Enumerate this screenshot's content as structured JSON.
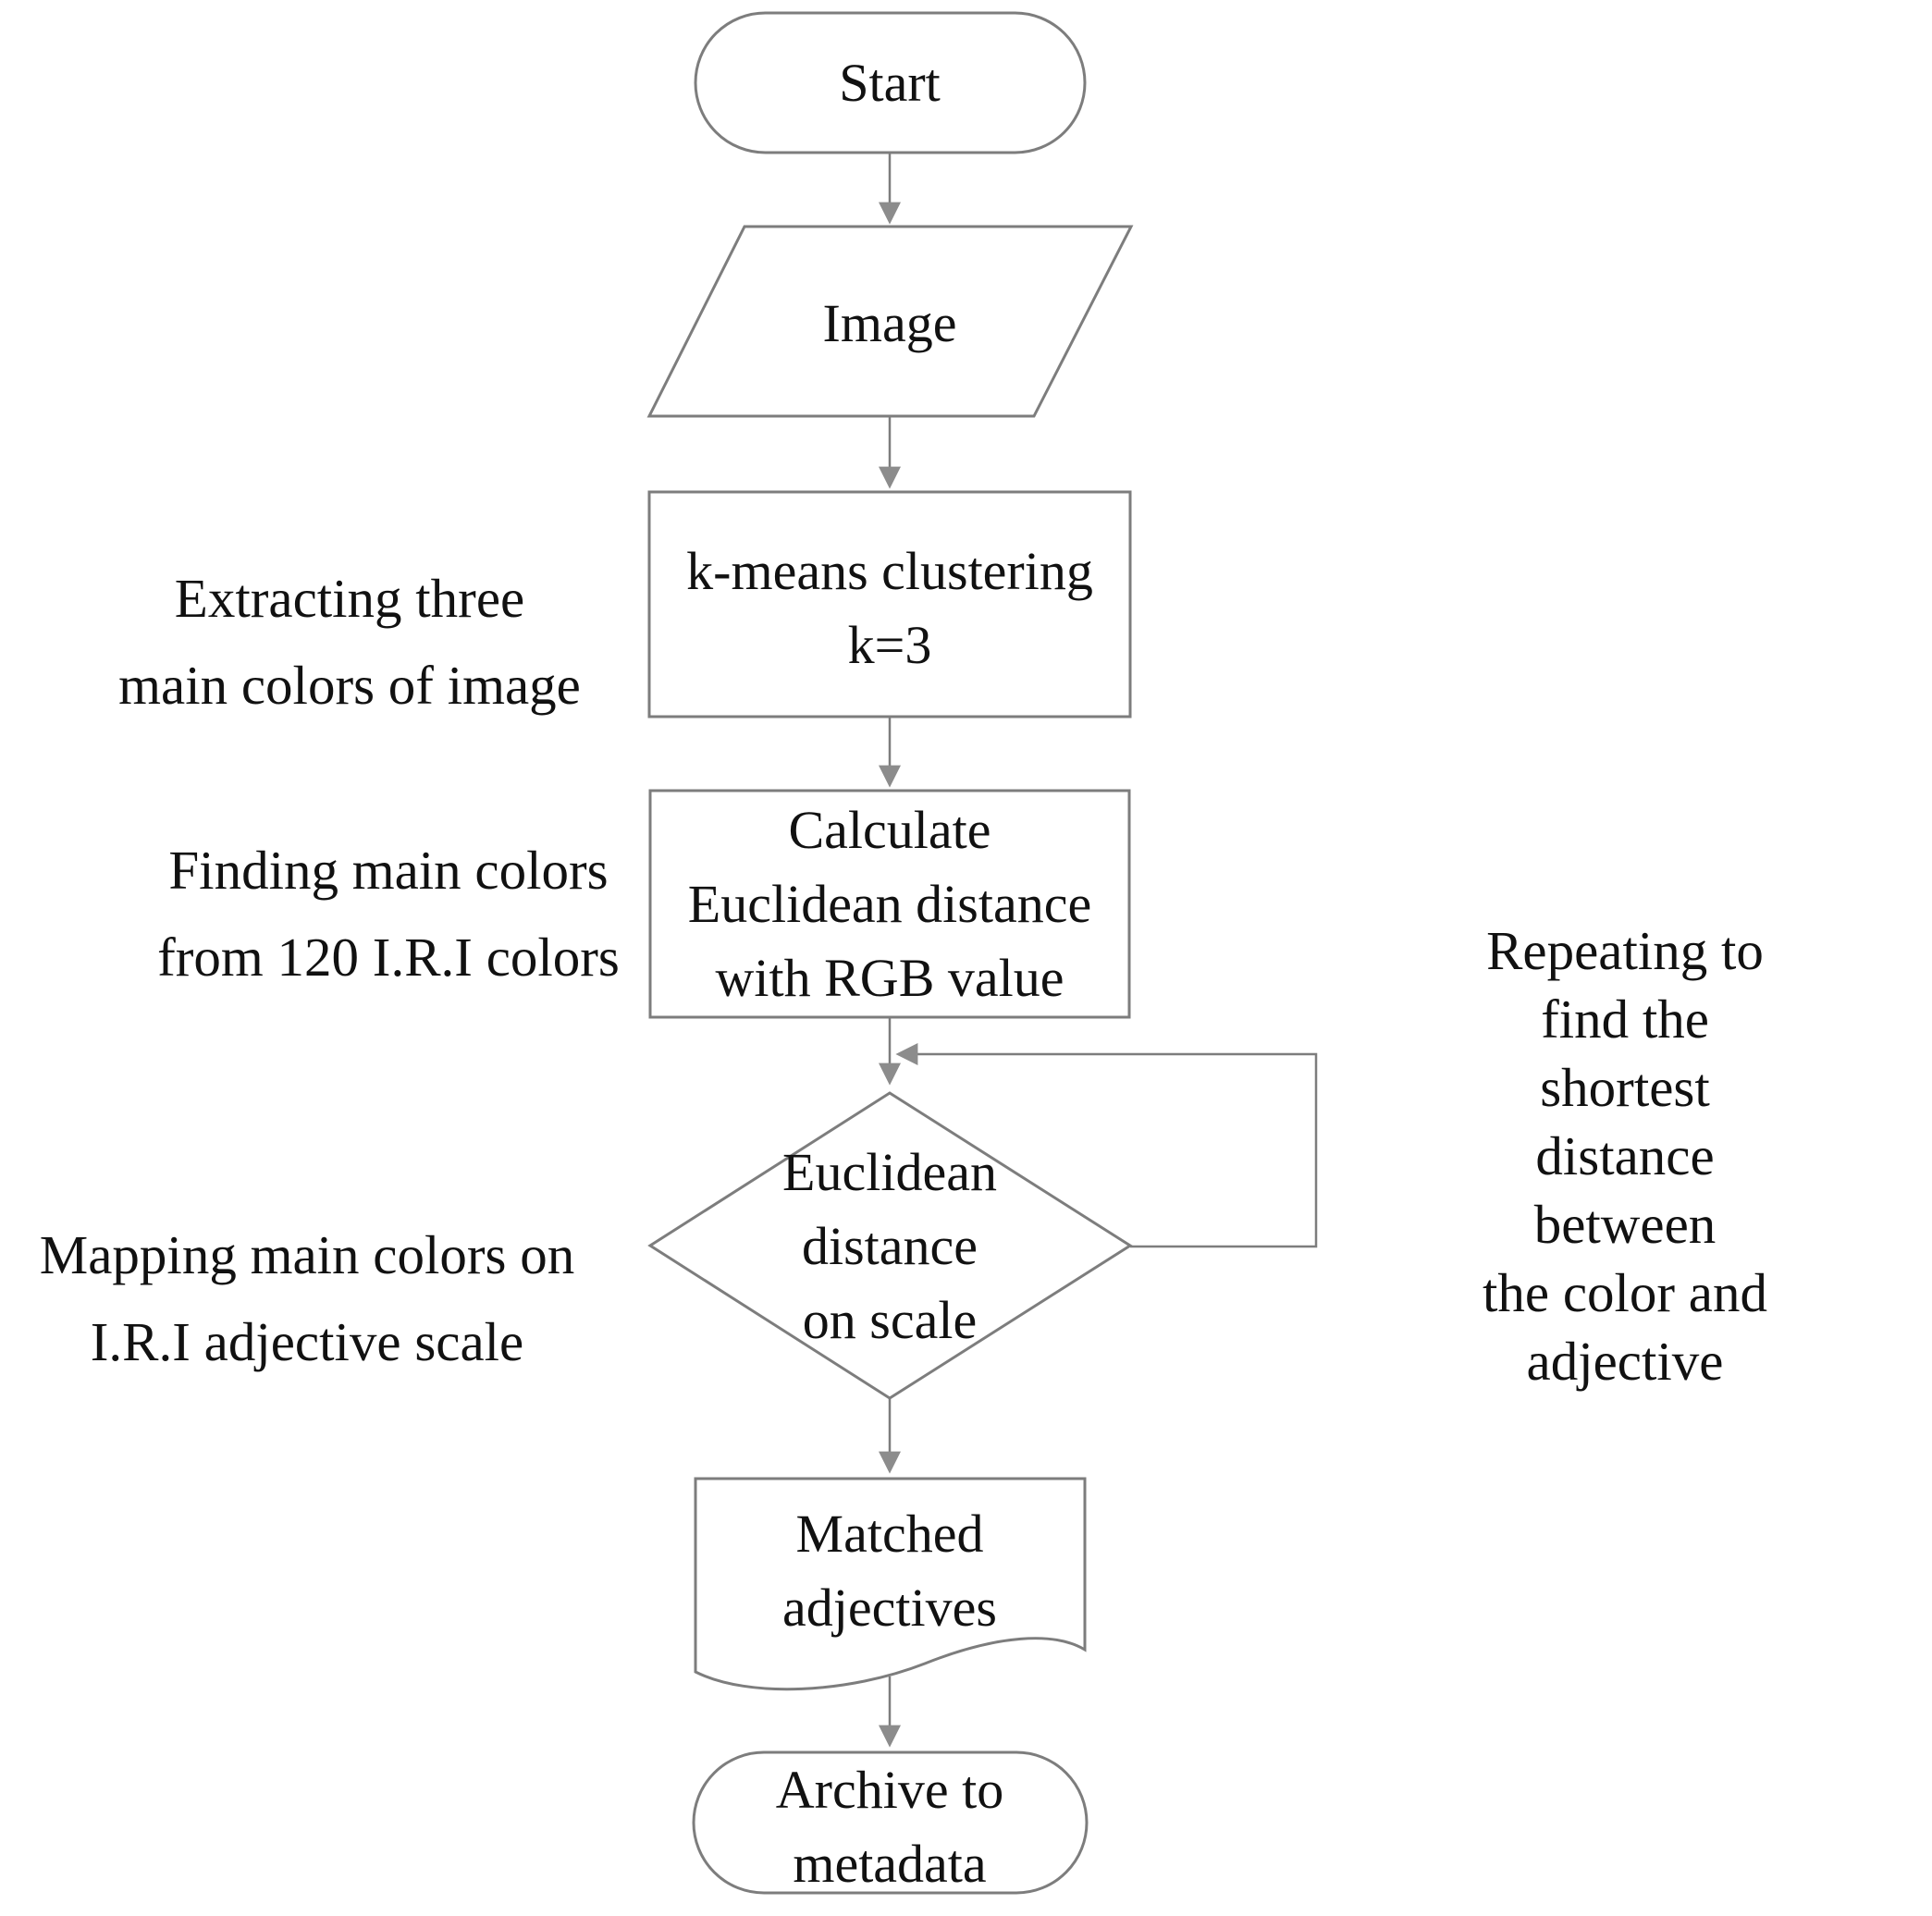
{
  "flowchart": {
    "title": "Color-to-adjective mapping flowchart",
    "colors": {
      "stroke": "#7d7d7d",
      "arrow": "#8c8c8c",
      "text": "#111111",
      "background": "#ffffff"
    },
    "nodes": {
      "start": {
        "type": "terminator",
        "label": "Start"
      },
      "image": {
        "type": "input-parallelogram",
        "label": "Image"
      },
      "kmeans": {
        "type": "process",
        "label": "k-means clustering\nk=3"
      },
      "calculate": {
        "type": "process",
        "label": "Calculate\nEuclidean distance\nwith RGB value"
      },
      "decision": {
        "type": "decision-diamond",
        "label": "Euclidean\ndistance\non scale"
      },
      "matched": {
        "type": "document",
        "label": "Matched\nadjectives"
      },
      "archive": {
        "type": "terminator",
        "label": "Archive to\nmetadata"
      }
    },
    "annotations": {
      "extracting": "Extracting three\nmain colors of image",
      "finding": "Finding main colors\nfrom 120 I.R.I colors",
      "mapping": "Mapping main colors on\nI.R.I adjective scale",
      "repeating": "Repeating to find the\nshortest distance between\nthe color and adjective"
    },
    "edges": [
      "start -> image",
      "image -> kmeans",
      "kmeans -> calculate",
      "calculate -> decision",
      "decision -> matched",
      "matched -> archive",
      "decision -> calculate (repeat loop)"
    ]
  }
}
